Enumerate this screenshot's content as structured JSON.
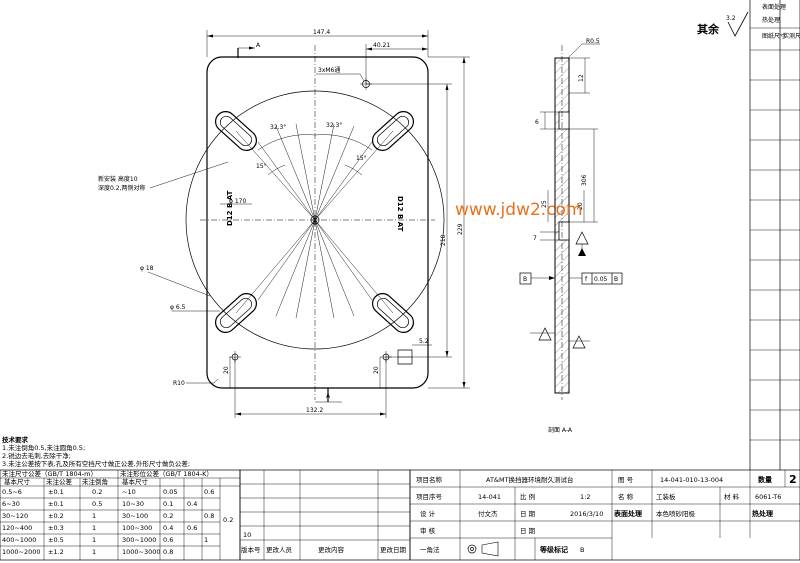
{
  "watermark": "www.jdw2.com",
  "roughness": {
    "label": "其余",
    "value": "3.2"
  },
  "plan": {
    "dim_width": "147.4",
    "dim_offset": "40.21",
    "dim_height_outer": "229",
    "dim_height_inner": "210",
    "dim_bottom": "132.2",
    "dim_diam_circle": "φ 170",
    "dim_diam_slot": "φ 18",
    "dim_diam_hole": "φ 6.5",
    "dim_angle_left": "32.3°",
    "dim_angle_right": "32.3°",
    "dim_angle_small_left": "15°",
    "dim_angle_small_right": "15°",
    "dim_radius": "R10",
    "dim_small_left": "20",
    "dim_small_right": "20",
    "dim_tab": "5.2",
    "section_mark_top": "A",
    "section_mark_bottom": "A",
    "hole_note": "3xM6通",
    "slot_note_line1": "新安装 高度10",
    "slot_note_line2": "深度0.2,两侧对称",
    "label_left": "D12 B AT",
    "label_right": "D12 B AT"
  },
  "section": {
    "dim_radius": "R0.5",
    "dim_12": "12",
    "dim_6": "6",
    "dim_7": "7",
    "dim_20": "20",
    "dim_25": "25",
    "dim_306": "306",
    "datum": "B",
    "tolerance_symbol": "f",
    "tolerance_value": "0.05",
    "tolerance_datum": "B",
    "title": "剖面 A-A"
  },
  "notes": {
    "title": "技术要求",
    "lines": [
      "1.未注倒角0.5,未注圆角0.5;",
      "2.锐边去毛刺,去除干净;",
      "3.未注公差按下表,孔及所有空挡尺寸做正公差,外形尺寸做负公差;"
    ]
  },
  "tolerance_table": {
    "group1_title": "未注尺寸公差（GB/T 1804-m）",
    "group2_title": "未注形位公差（GB/T 1804-K）",
    "headers": [
      "基本尺寸",
      "未注公差",
      "未注倒角",
      "基本尺寸"
    ],
    "rows": [
      [
        "0.5~6",
        "±0.1",
        "0.2",
        "~10",
        "0.05"
      ],
      [
        "6~30",
        "±0.1",
        "0.5",
        "10~30",
        "0.1"
      ],
      [
        "30~120",
        "±0.2",
        "1",
        "30~100",
        "0.2"
      ],
      [
        "120~400",
        "±0.3",
        "1",
        "100~300",
        "0.4"
      ],
      [
        "400~1000",
        "±0.5",
        "1",
        "300~1000",
        "0.6"
      ],
      [
        "1000~2000",
        "±1.2",
        "1",
        "1000~3000",
        "0.8"
      ]
    ],
    "extra_cols": [
      [
        "0.4",
        "0.6",
        "0.2"
      ],
      [
        "0.6",
        "0.8",
        "1"
      ]
    ]
  },
  "revision": {
    "count": "10",
    "labels": [
      "版本号",
      "更改人员",
      "更改内容",
      "更改日期"
    ]
  },
  "title_block": {
    "project_name_label": "项目名称",
    "project_name": "AT&MT换挡器环境耐久测试台",
    "drawing_no_label": "图 号",
    "drawing_no": "14-041-010-13-004",
    "quantity_label": "数量",
    "quantity": "2",
    "project_no_label": "项目序号",
    "project_no": "14-041",
    "scale_label": "比 例",
    "scale": "1:2",
    "name_label": "名 称",
    "name": "工装板",
    "material_label": "材 料",
    "material": "6061-T6",
    "design_label": "设 计",
    "designer": "付文杰",
    "date_label": "日 期",
    "date": "2016/3/10",
    "surface_label": "表面处理",
    "surface": "本色喷砂阳极",
    "heat_label": "热处理",
    "review_label": "审 核",
    "review_date_label": "日 期",
    "angle_label": "一角法",
    "grade_label": "等级标记",
    "grade": "B"
  },
  "side_table": {
    "labels": [
      "表面处理",
      "热处理",
      "图纸尺寸",
      "实测尺寸"
    ]
  }
}
